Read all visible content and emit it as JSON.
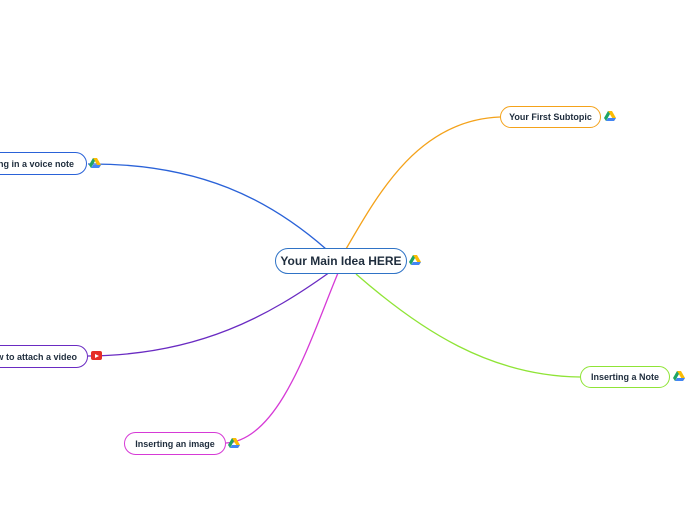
{
  "main_topic": {
    "label": "Your Main Idea HERE",
    "color": "#2f73c6",
    "icon": "google-drive-icon"
  },
  "subtopics": [
    {
      "key": "first",
      "label": "Your First Subtopic",
      "color": "#f4a21a",
      "icon": "google-drive-icon"
    },
    {
      "key": "voice",
      "label": "ding in a voice note",
      "color": "#2a62d8",
      "icon": "google-drive-icon"
    },
    {
      "key": "video",
      "label": "w to attach a video",
      "color": "#6a2bc2",
      "icon": "youtube-icon"
    },
    {
      "key": "note",
      "label": "Inserting a Note",
      "color": "#8fe436",
      "icon": "google-drive-icon"
    },
    {
      "key": "image",
      "label": "Inserting an image",
      "color": "#d63ad6",
      "icon": "google-drive-icon"
    }
  ]
}
